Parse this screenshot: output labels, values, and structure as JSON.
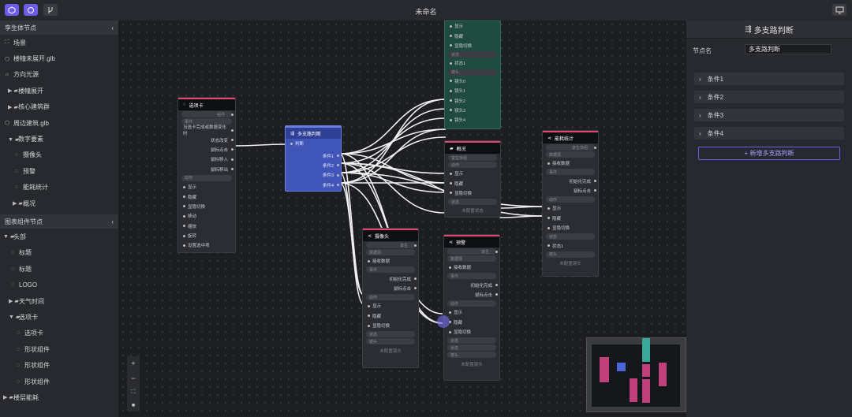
{
  "window": {
    "title": "未命名"
  },
  "toolbar": {
    "btn1_icon": "cube-icon",
    "btn2_icon": "box-icon",
    "btn3_icon": "branch-icon",
    "monitor_icon": "monitor-icon"
  },
  "left_panel": {
    "section1_title": "孪生体节点",
    "section1_items": [
      {
        "label": "场景"
      },
      {
        "label": "楼幢未展开.glb"
      },
      {
        "label": "方向光源"
      },
      {
        "label": "楼幢展开"
      },
      {
        "label": "核心建筑群"
      },
      {
        "label": "周边建筑.glb"
      },
      {
        "label": "数字要素"
      },
      {
        "label": "摄像头"
      },
      {
        "label": "预警"
      },
      {
        "label": "能耗统计"
      },
      {
        "label": "概况"
      }
    ],
    "section2_title": "图表组件节点",
    "section2_items": [
      {
        "label": "头部"
      },
      {
        "label": "标题"
      },
      {
        "label": "标题"
      },
      {
        "label": "LOGO"
      },
      {
        "label": "天气时间"
      },
      {
        "label": "选项卡"
      },
      {
        "label": "选项卡"
      },
      {
        "label": "形状组件"
      },
      {
        "label": "形状组件"
      },
      {
        "label": "形状组件"
      },
      {
        "label": "楼层能耗"
      }
    ]
  },
  "nodes": {
    "tabs": {
      "title": "选项卡",
      "rows": [
        "组件",
        "事件",
        "当选卡完成或数据变化时",
        "状态改变",
        "鼠标点击",
        "鼠标移入",
        "鼠标移出",
        "动作",
        "显示",
        "隐藏",
        "显隐切换",
        "移动",
        "缩放",
        "旋转",
        "设置选中项"
      ]
    },
    "branch": {
      "title": "多支路判断",
      "in": "判断",
      "outs": [
        "条件1",
        "条件2",
        "条件3",
        "条件4"
      ]
    },
    "top": {
      "rows": [
        "显示",
        "隐藏",
        "显隐切换",
        "状态",
        "状态1",
        "镜头",
        "镜头0",
        "镜头1",
        "镜头2",
        "镜头3",
        "镜头4"
      ]
    },
    "overview": {
      "title": "概况",
      "rows": [
        "孪生体组",
        "动作",
        "显示",
        "隐藏",
        "显隐切换",
        "状态",
        "未配置状态"
      ]
    },
    "energy": {
      "title": "能耗统计",
      "rows": [
        "孪生体组",
        "数据源",
        "接收数据",
        "事件",
        "初始化完成",
        "鼠标点击",
        "动作",
        "显示",
        "隐藏",
        "显隐切换",
        "状态",
        "状态1",
        "镜头",
        "未配置镜头"
      ]
    },
    "camera": {
      "title": "摄像头",
      "rows": [
        "孪生",
        "数据源",
        "接收数据",
        "事件",
        "初始化完成",
        "鼠标点击",
        "动作",
        "显示",
        "隐藏",
        "显隐切换",
        "状态",
        "镜头",
        "未配置镜头"
      ]
    },
    "alert": {
      "title": "预警",
      "rows": [
        "孪生",
        "数据源",
        "接收数据",
        "事件",
        "初始化完成",
        "鼠标点击",
        "动作",
        "显示",
        "隐藏",
        "显隐切换",
        "状态",
        "状态",
        "镜头",
        "未配置镜头"
      ]
    }
  },
  "right_panel": {
    "title": "多支路判断",
    "node_name_label": "节点名",
    "node_name_value": "多支路判断",
    "conditions": [
      "条件1",
      "条件2",
      "条件3",
      "条件4"
    ],
    "add_label": "+ 新增多支路判断"
  },
  "zoom": {
    "plus": "+",
    "minus": "−",
    "fit": "⛶",
    "lock": "🔒"
  },
  "colors": {
    "accent": "#6c5ce7",
    "branch_node": "#3f56b8",
    "node_header_border": "#e0466e",
    "top_node": "#1f4a40"
  }
}
